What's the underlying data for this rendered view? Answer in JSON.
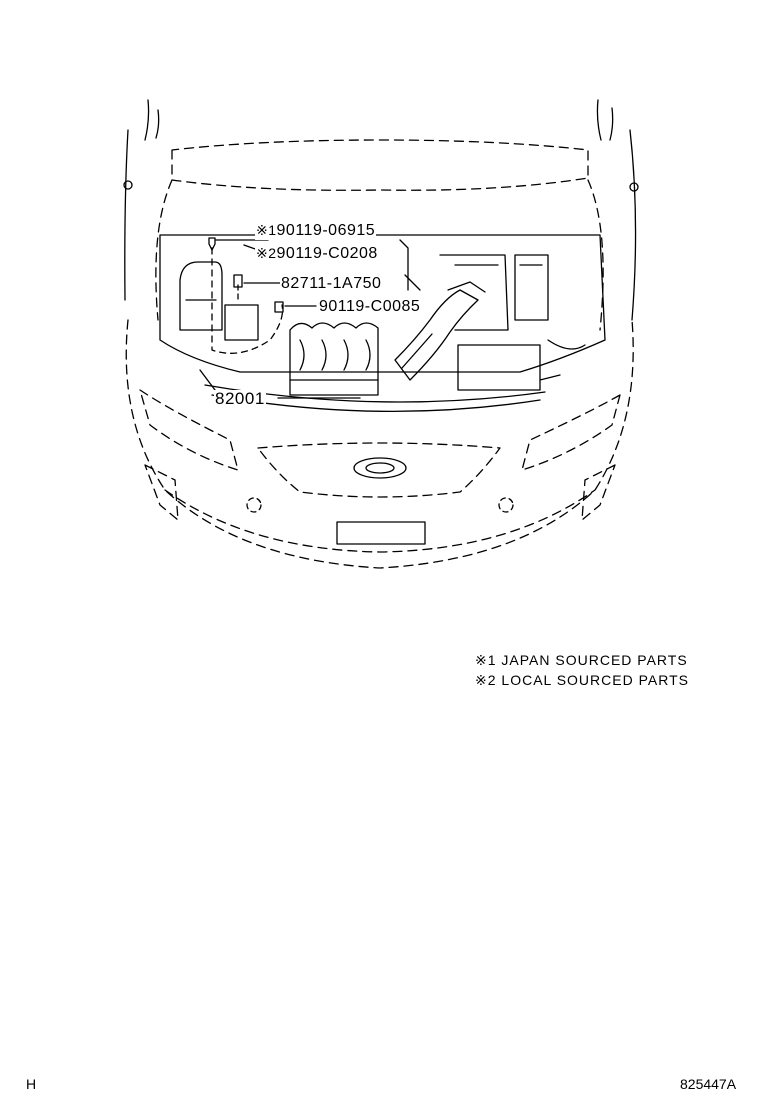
{
  "callouts": [
    {
      "mark": "※1",
      "number": "90119-06915"
    },
    {
      "mark": "※2",
      "number": "90119-C0208"
    },
    {
      "mark": "",
      "number": "82711-1A750"
    },
    {
      "mark": "",
      "number": "90119-C0085"
    },
    {
      "mark": "",
      "number": "82001"
    }
  ],
  "notes": [
    {
      "mark": "※1",
      "text": "JAPAN SOURCED PARTS"
    },
    {
      "mark": "※2",
      "text": "LOCAL SOURCED PARTS"
    }
  ],
  "footer": {
    "left_code": "H",
    "right_code": "825447A"
  }
}
